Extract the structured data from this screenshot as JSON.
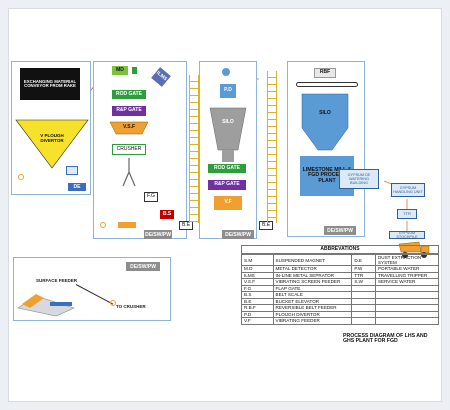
{
  "colors": {
    "panel_border": "#8fb4d9",
    "conveyor_yellow": "#d8b42a",
    "gate_green": "#2e9e3c",
    "gate_purple": "#7030a0",
    "orange_feeder": "#f0a030",
    "silo_blue": "#5b9bd5",
    "tag_grey": "#8d8d8d",
    "flow_orange": "#e07b20",
    "de_blue": "#3a6fbf",
    "bs_red": "#c00000"
  },
  "left_panel": {
    "exchanging_text": "EXCHANGING MATERIAL CONVEYOR FROM RAKE",
    "plough_diverter": "V PLOUGH DIVERTOR",
    "de_tag": "DE"
  },
  "panel2": {
    "md": "MD",
    "ilms": "ILMS",
    "rod_gate": "ROD GATE",
    "rap_gate": "R&P GATE",
    "vsf": "V.S.F",
    "crusher": "CRUSHER",
    "fg": "F.G",
    "bs": "B.S",
    "tag": "DE/SW/PW",
    "be": "B.E"
  },
  "panel3": {
    "pd": "P.D",
    "silo": "SILO",
    "rod_gate": "ROD GATE",
    "rap_gate": "R&P GATE",
    "vf": "V.F",
    "tag": "DE/SW/PW",
    "be": "B.E"
  },
  "panel4": {
    "rbf": "RBF",
    "silo": "SILO",
    "process_plant": "LIMESTONE MILL & FGD PROCESS PLANT",
    "tag": "DE/SW/PW"
  },
  "right_flow": {
    "gypsum_handling": "GYPSUM DE WATERING BUILDING",
    "gypsum_transport": "GYPSUM HANDLING UNIT",
    "ttr": "TTR",
    "stockpile": "GYPSUM STOCKPILE"
  },
  "bottom_left": {
    "tag": "DE/SW/PW",
    "surface_feeder": "SURFACE FEEDER",
    "to_crusher": "TO CRUSHER"
  },
  "abbreviations": {
    "title": "ABBREVATIONS",
    "left": [
      {
        "code": "S.M",
        "meaning": "SUSPENDED MAGNET"
      },
      {
        "code": "M.D",
        "meaning": "METAL DETECTOR"
      },
      {
        "code": "ILMS",
        "meaning": "IN-LINE METAL SEPRATOR"
      },
      {
        "code": "V.S.F",
        "meaning": "VIBRATING SCREEN FEEDER"
      },
      {
        "code": "F.G",
        "meaning": "FLAP GATE"
      },
      {
        "code": "B.S",
        "meaning": "BELT SCALE"
      },
      {
        "code": "B.E",
        "meaning": "BUCKET ELEVATOR"
      },
      {
        "code": "R.B.F",
        "meaning": "REVERSIBLE BELT FEEDER"
      },
      {
        "code": "P.D",
        "meaning": "PLOUGH DIVERTOR"
      },
      {
        "code": "V.F",
        "meaning": "VIBRATING FEEDER"
      }
    ],
    "right": [
      {
        "code": "D.E",
        "meaning": "DUST EXTRACTION SYSTEM"
      },
      {
        "code": "P.W",
        "meaning": "PORTABLE WATER"
      },
      {
        "code": "TTR",
        "meaning": "TRAVELLING TRIPPER"
      },
      {
        "code": "S.W",
        "meaning": "SERVICE WATER"
      }
    ]
  },
  "caption": "PROCESS DIAGRAM OF LHS AND GHS PLANT FOR FGD"
}
